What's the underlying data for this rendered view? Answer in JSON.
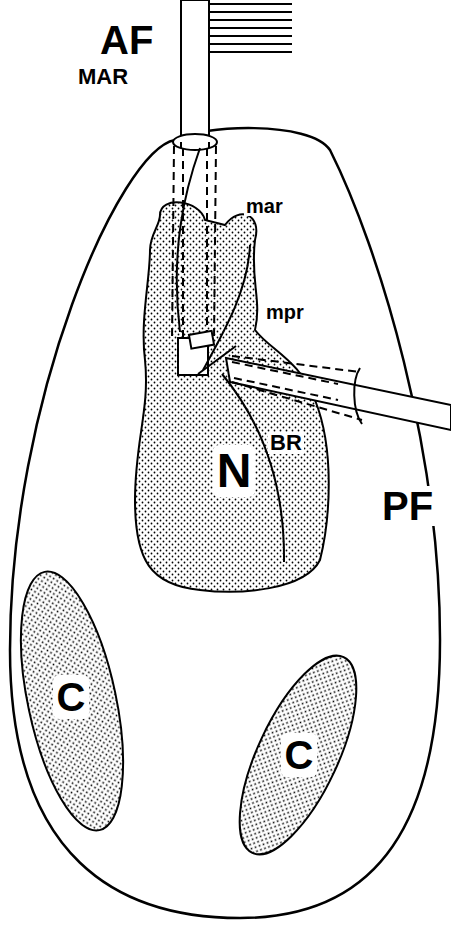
{
  "diagram": {
    "nodes": [
      {
        "text": [
          "N"
        ]
      },
      {
        "text": [
          "C"
        ]
      },
      {
        "text": [
          "C"
        ]
      }
    ],
    "labels": [
      "AF",
      "MAR",
      "mar",
      "mpr",
      "PF",
      "BR"
    ]
  }
}
